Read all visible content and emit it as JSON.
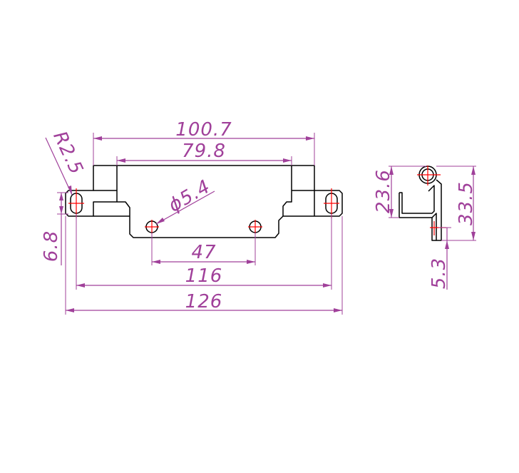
{
  "colors": {
    "part_outline": "#000000",
    "dimension": "#a0409a",
    "centerline": "#ff0000",
    "background": "#ffffff"
  },
  "front_view": {
    "dimensions": {
      "overall_top_width": "100.7",
      "inner_top_width": "79.8",
      "hole_diameter": "ϕ5.4",
      "slot_radius": "R2.5",
      "slot_height": "6.8",
      "hole_spacing": "47",
      "slot_spacing": "116",
      "overall_width": "126"
    }
  },
  "side_view": {
    "dimensions": {
      "hook_height": "23.6",
      "overall_height": "33.5",
      "bottom_offset": "5.3"
    }
  }
}
